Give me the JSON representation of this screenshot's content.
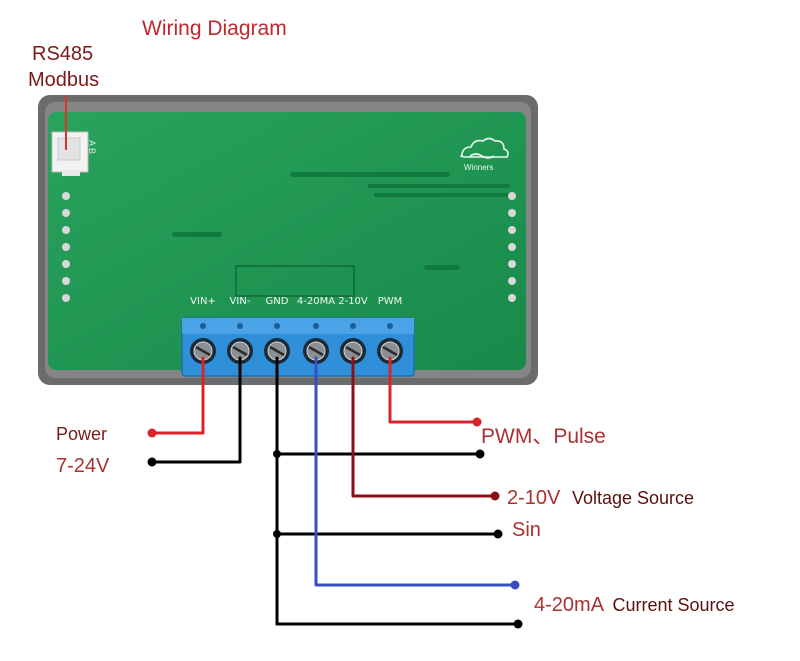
{
  "title": "Wiring Diagram",
  "connector": {
    "line1": "RS485",
    "line2": "Modbus",
    "pins": "A B"
  },
  "board": {
    "logo_text": "Winners",
    "logo_icon": "cloud-logo-icon"
  },
  "terminals": [
    "VIN+",
    "VIN-",
    "GND",
    "4-20MA",
    "2-10V",
    "PWM"
  ],
  "labels": {
    "power": "Power",
    "voltage_range": "7-24V",
    "pwm": "PWM、Pulse",
    "v_source_prefix": "2-10V",
    "v_source_suffix": "Voltage Source",
    "sin": "Sin",
    "i_source_prefix": "4-20mA",
    "i_source_suffix": "Current Source"
  },
  "colors": {
    "board": "#1f9a55",
    "terminal_block": "#2f8fd8",
    "wire_red": "#d9232b",
    "wire_black": "#000000",
    "wire_dark_red": "#8b0f14",
    "wire_blue": "#3a4fbf",
    "title_red": "#c0272d"
  }
}
